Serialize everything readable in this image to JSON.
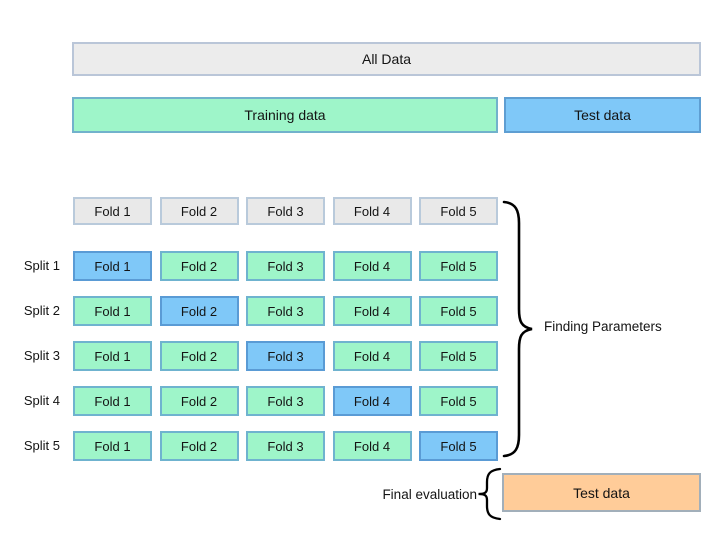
{
  "figure": {
    "bars": {
      "all_data": "All Data",
      "training": "Training data",
      "test": "Test data"
    },
    "fold_headers": [
      "Fold 1",
      "Fold 2",
      "Fold 3",
      "Fold 4",
      "Fold 5"
    ],
    "splits": [
      {
        "label": "Split 1",
        "cells": [
          "Fold 1",
          "Fold 2",
          "Fold 3",
          "Fold 4",
          "Fold 5"
        ],
        "test_fold_index": 0
      },
      {
        "label": "Split 2",
        "cells": [
          "Fold 1",
          "Fold 2",
          "Fold 3",
          "Fold 4",
          "Fold 5"
        ],
        "test_fold_index": 1
      },
      {
        "label": "Split 3",
        "cells": [
          "Fold 1",
          "Fold 2",
          "Fold 3",
          "Fold 4",
          "Fold 5"
        ],
        "test_fold_index": 2
      },
      {
        "label": "Split 4",
        "cells": [
          "Fold 1",
          "Fold 2",
          "Fold 3",
          "Fold 4",
          "Fold 5"
        ],
        "test_fold_index": 3
      },
      {
        "label": "Split 5",
        "cells": [
          "Fold 1",
          "Fold 2",
          "Fold 3",
          "Fold 4",
          "Fold 5"
        ],
        "test_fold_index": 4
      }
    ],
    "annotations": {
      "finding_parameters": "Finding Parameters",
      "final_evaluation": "Final evaluation",
      "final_test_box": "Test data"
    },
    "colors": {
      "training_green": "#9ef5c9",
      "test_blue": "#7fc8f8",
      "all_data_gray": "#ececec",
      "header_gray": "#e9e9e9",
      "final_orange": "#ffcc99"
    }
  }
}
